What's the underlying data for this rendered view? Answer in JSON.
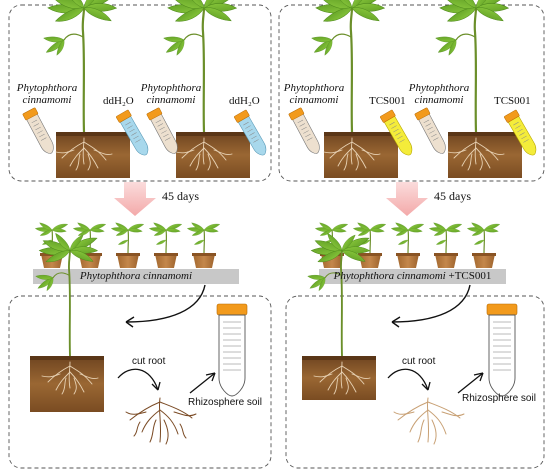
{
  "panels": {
    "left": {
      "pathogen_line1": "Phytophthora",
      "pathogen_line2": "cinnamomi",
      "control": "ddH₂O"
    },
    "right": {
      "pathogen_line1": "Phytophthora",
      "pathogen_line2": "cinnamomi",
      "treatment": "TCS001"
    }
  },
  "duration": "45 days",
  "labels": {
    "left_bar": "Phytophthora cinnamomi",
    "right_bar_italic": "Phytophthora cinnamomi",
    "right_bar_suffix": " +TCS001"
  },
  "process": {
    "cut_root": "cut root",
    "rhizosphere": "Rhizosphere soil"
  },
  "colors": {
    "leaf": "#7cbf32",
    "leaf_dark": "#5e9a22",
    "soil": "#8a5a2b",
    "pot": "#b5783f",
    "bar": "#c8c8c8",
    "arrow_pink": "#f6c6c6",
    "tube_blue": "#a8d8ec",
    "tube_yellow": "#f4ec3a",
    "cap_orange": "#f29a1c"
  }
}
